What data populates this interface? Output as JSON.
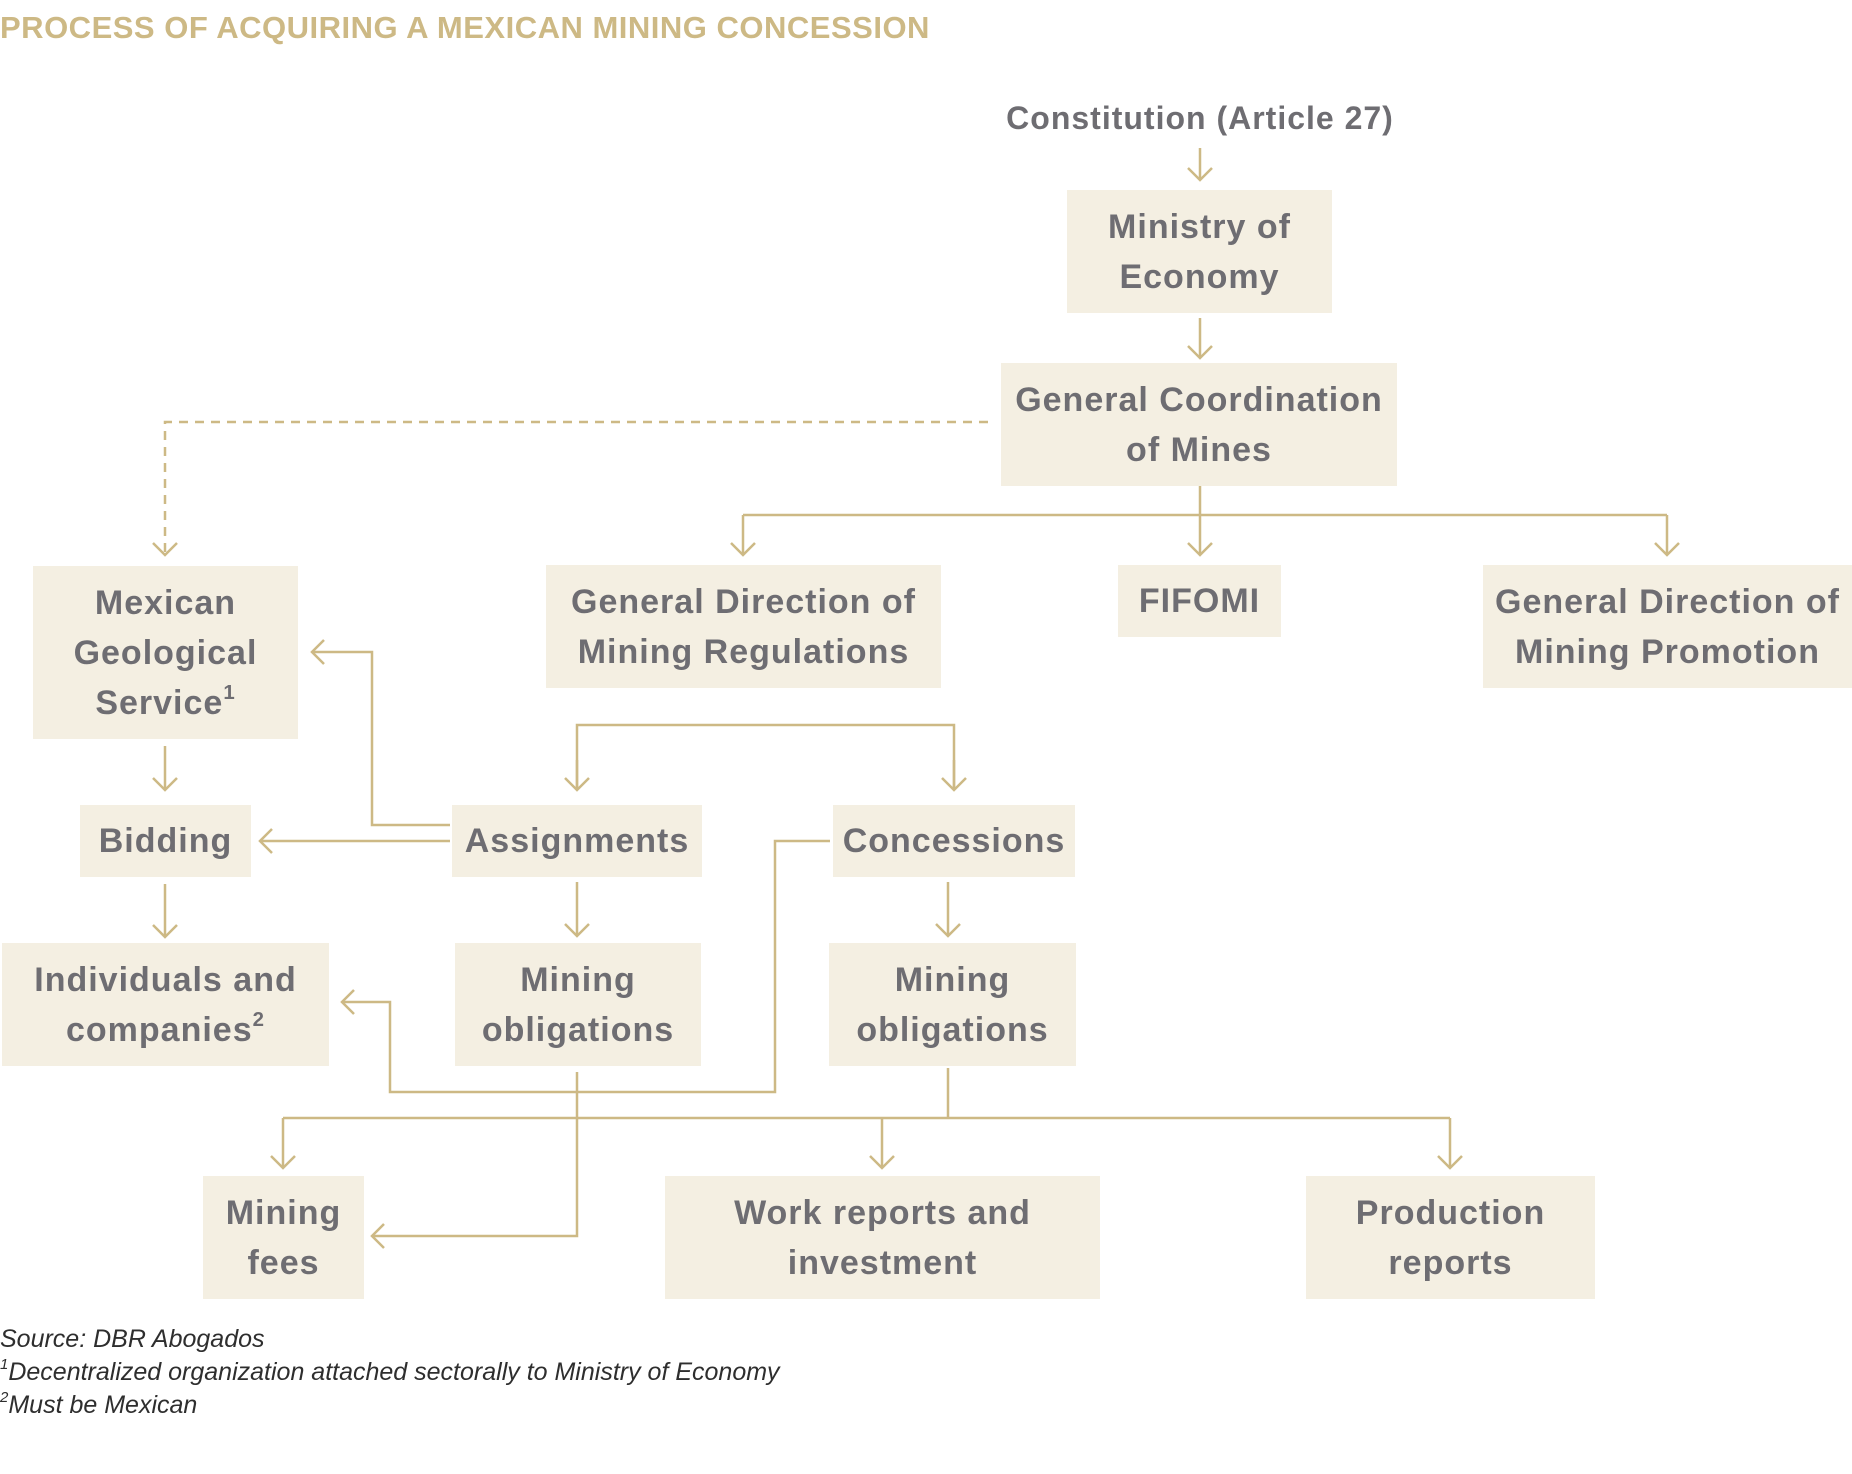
{
  "title": "PROCESS OF ACQUIRING A MEXICAN MINING CONCESSION",
  "root": "Constitution (Article 27)",
  "nodes": {
    "ministry": [
      "Ministry of",
      "Economy"
    ],
    "coordination": [
      "General Coordination",
      "of Mines"
    ],
    "regulations": [
      "General Direction of",
      "Mining Regulations"
    ],
    "fifomi": "FIFOMI",
    "promotion": [
      "General Direction of",
      "Mining Promotion"
    ],
    "geological": [
      "Mexican",
      "Geological",
      "Service"
    ],
    "geological_sup": "1",
    "bidding": "Bidding",
    "assignments": "Assignments",
    "concessions": "Concessions",
    "individuals": [
      "Individuals and",
      "companies"
    ],
    "individuals_sup": "2",
    "obligations_a": [
      "Mining",
      "obligations"
    ],
    "obligations_b": [
      "Mining",
      "obligations"
    ],
    "fees": [
      "Mining",
      "fees"
    ],
    "work_reports": [
      "Work reports and",
      "investment"
    ],
    "production": [
      "Production",
      "reports"
    ]
  },
  "notes": {
    "source": "Source: DBR Abogados",
    "fn1_mark": "1",
    "fn1": "Decentralized organization attached sectorally to Ministry of Economy",
    "fn2_mark": "2",
    "fn2": "Must be Mexican"
  },
  "colors": {
    "accent": "#cdb985",
    "box": "#f4efe2",
    "text": "#6e6d72"
  }
}
